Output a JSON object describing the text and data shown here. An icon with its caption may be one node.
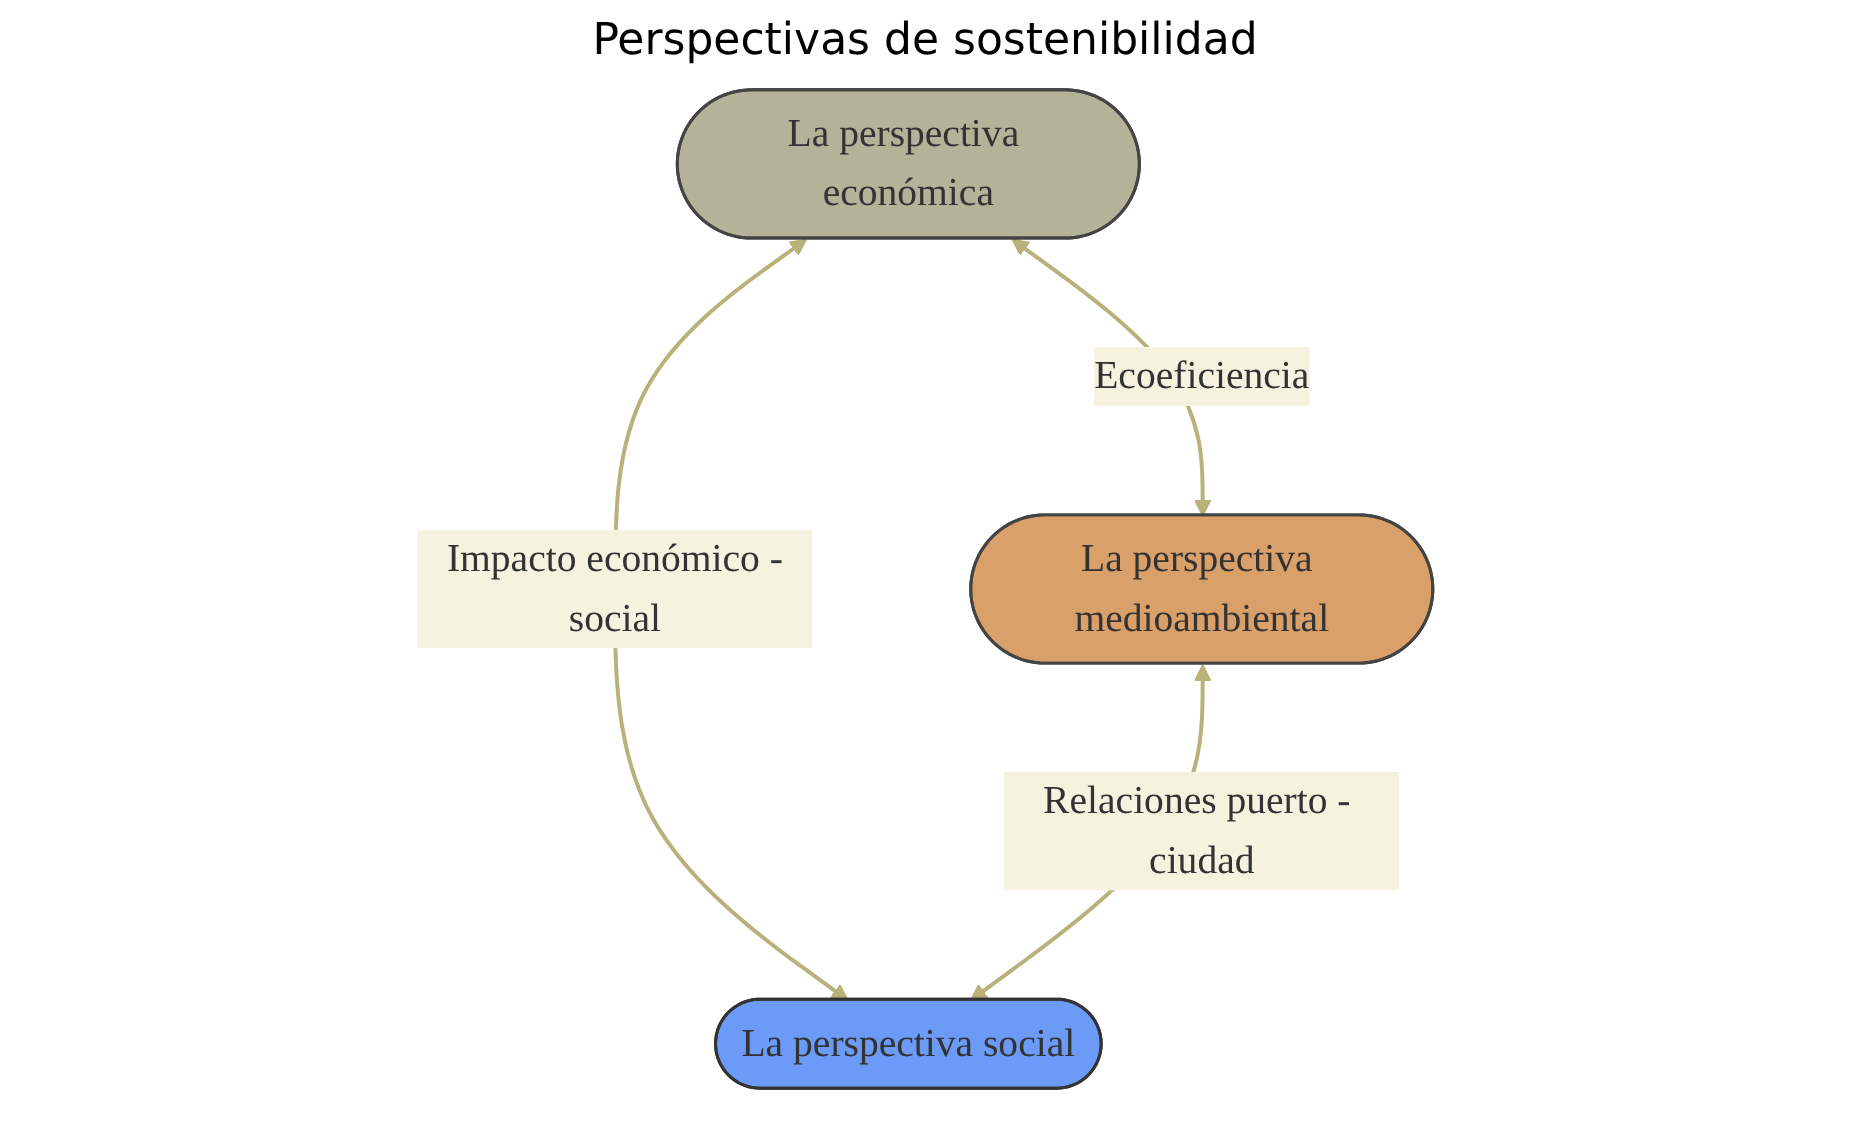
{
  "diagram": {
    "title": "Perspectivas de sostenibilidad",
    "nodes": [
      {
        "text": [
          "La perspectiva económica"
        ]
      },
      {
        "text": [
          "La perspectiva medioambiental"
        ]
      },
      {
        "text": [
          "La perspectiva social"
        ]
      }
    ],
    "edges": [
      {
        "from": 0,
        "to": 1,
        "arrow": "both",
        "label": "Ecoeficiencia"
      },
      {
        "from": 0,
        "to": 2,
        "arrow": "both",
        "label": "Impacto económico -social"
      },
      {
        "from": 1,
        "to": 2,
        "arrow": "both",
        "label": "Relaciones puerto - ciudad"
      }
    ]
  }
}
